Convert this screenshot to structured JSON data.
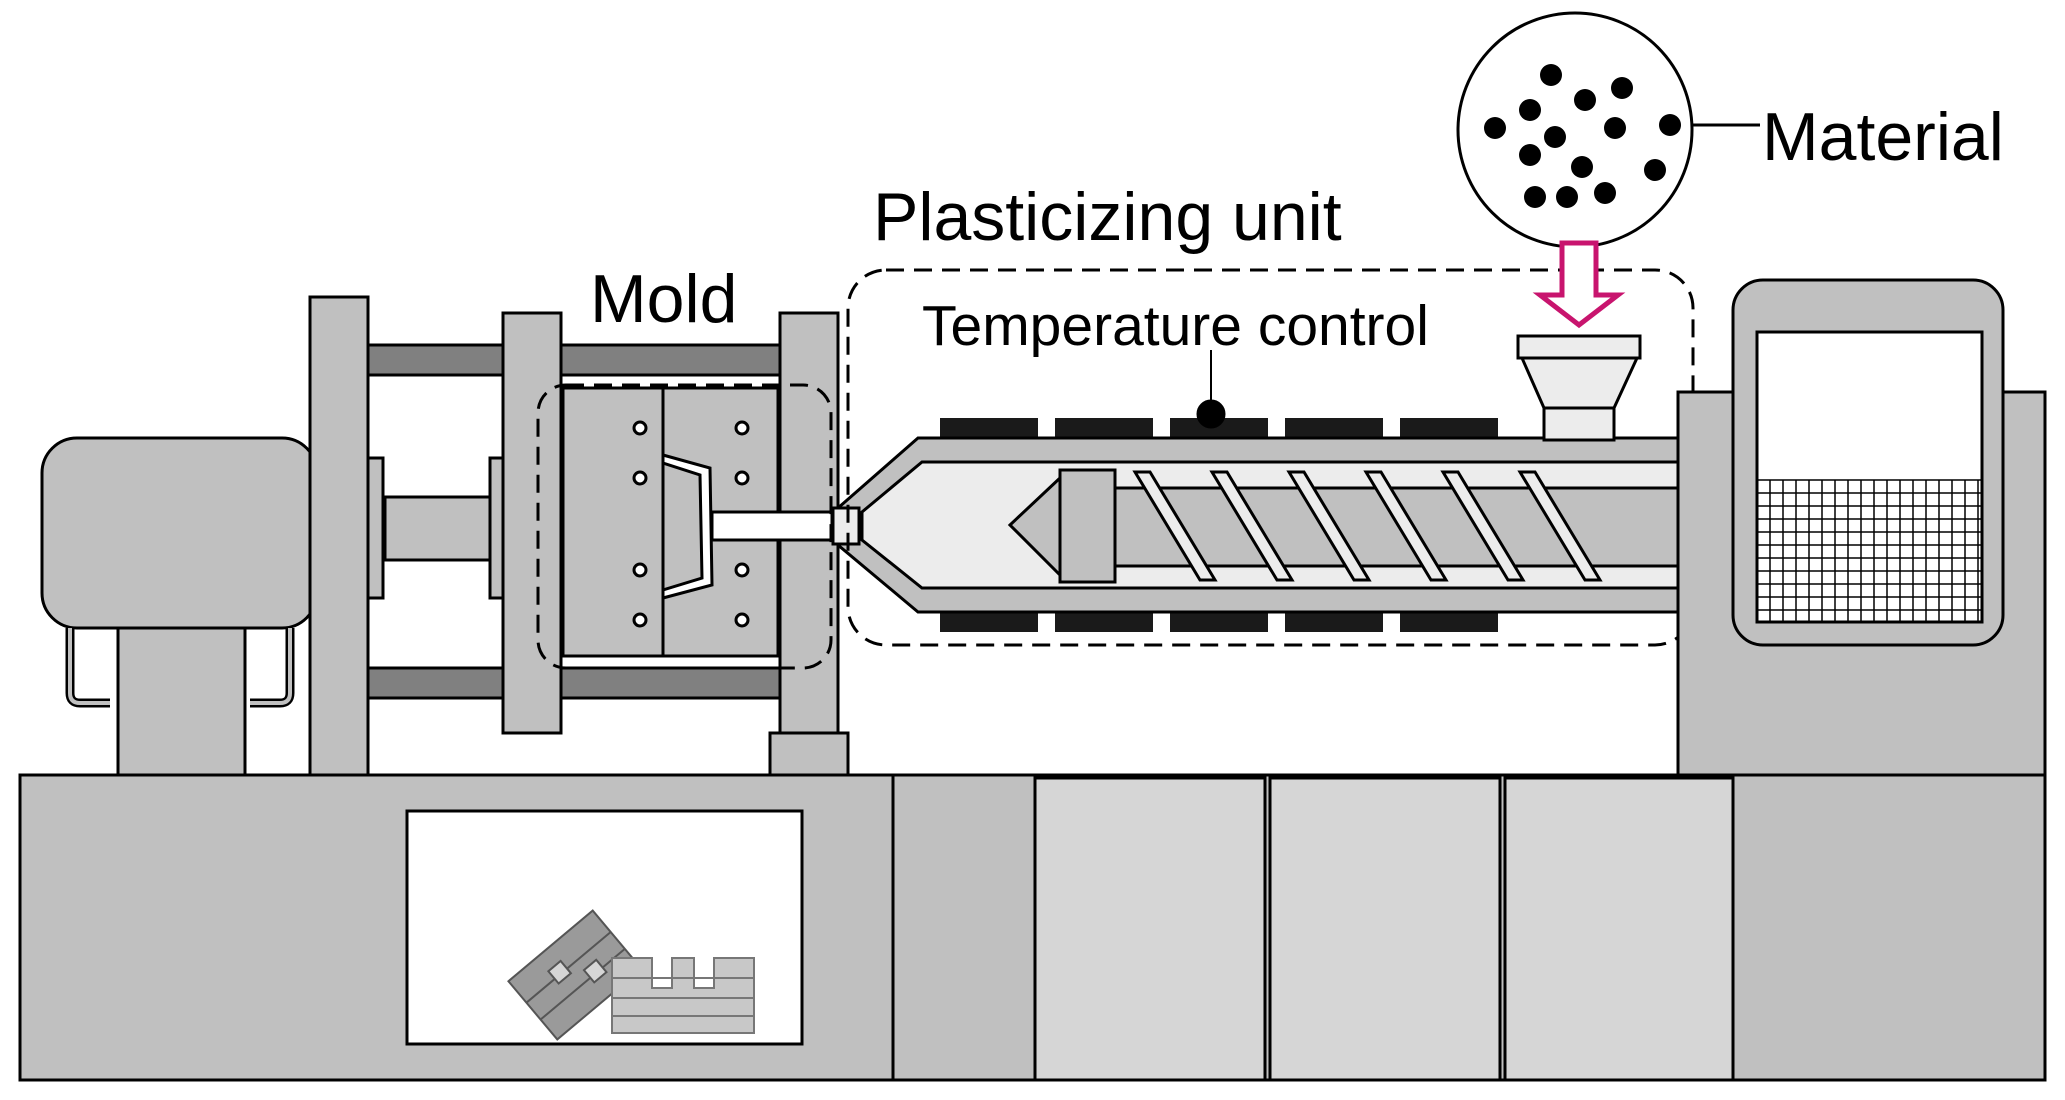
{
  "labels": {
    "material": "Material",
    "plasticizing_unit": "Plasticizing unit",
    "mold": "Mold",
    "temperature_control": "Temperature control"
  },
  "colors": {
    "machine_body": "#c0c0c0",
    "machine_light": "#d6d6d6",
    "rail_dark": "#808080",
    "heater_band": "#1a1a1a",
    "arrow_magenta": "#c8146e",
    "outline": "#000000"
  },
  "icons": {
    "material_pellets": "pellet-circle-icon",
    "feed_arrow": "down-arrow-icon",
    "molded_parts": "molded-part-icon"
  }
}
